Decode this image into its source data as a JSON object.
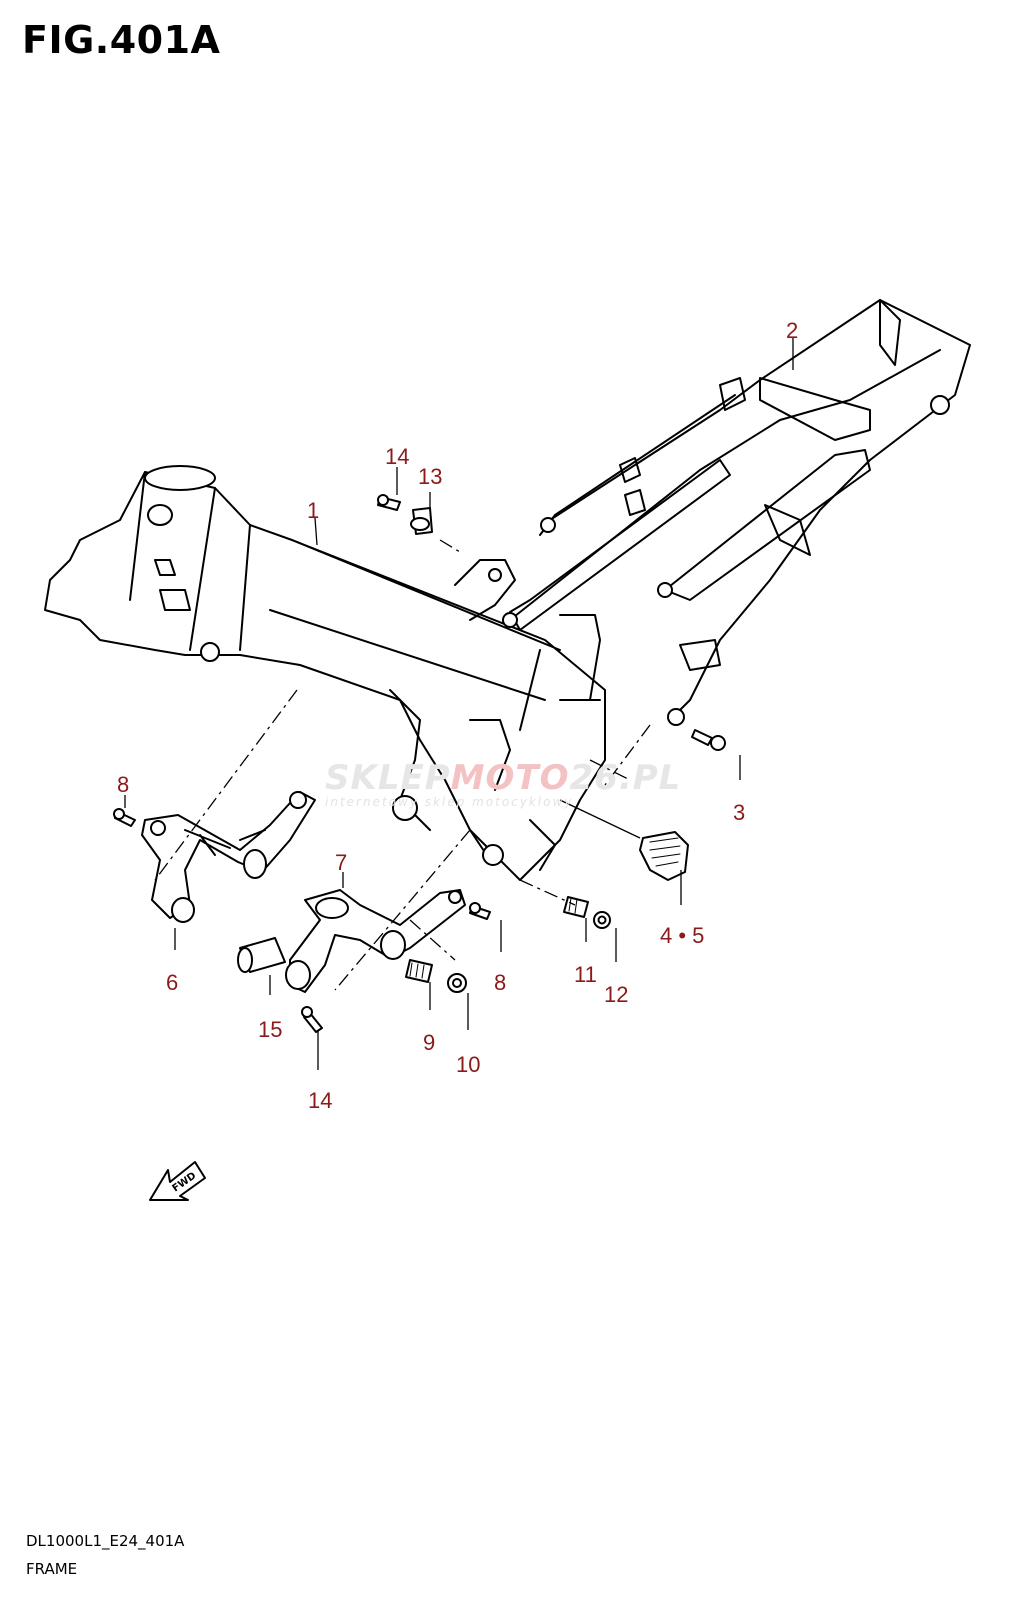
{
  "figure": {
    "title": "FIG.401A",
    "code": "DL1000L1_E24_401A",
    "name": "FRAME"
  },
  "watermark": {
    "brand_start": "SKLEP",
    "brand_accent": "MOTO",
    "brand_end": "26.PL",
    "tagline": "internetowy sklep motocyklowy"
  },
  "callouts": [
    "1",
    "2",
    "3",
    "4 • 5",
    "6",
    "7",
    "8",
    "8",
    "9",
    "10",
    "11",
    "12",
    "13",
    "14",
    "14",
    "15"
  ],
  "fwd_label": "FWD",
  "colors": {
    "callout": "#8b1a1a",
    "line": "#000000"
  }
}
